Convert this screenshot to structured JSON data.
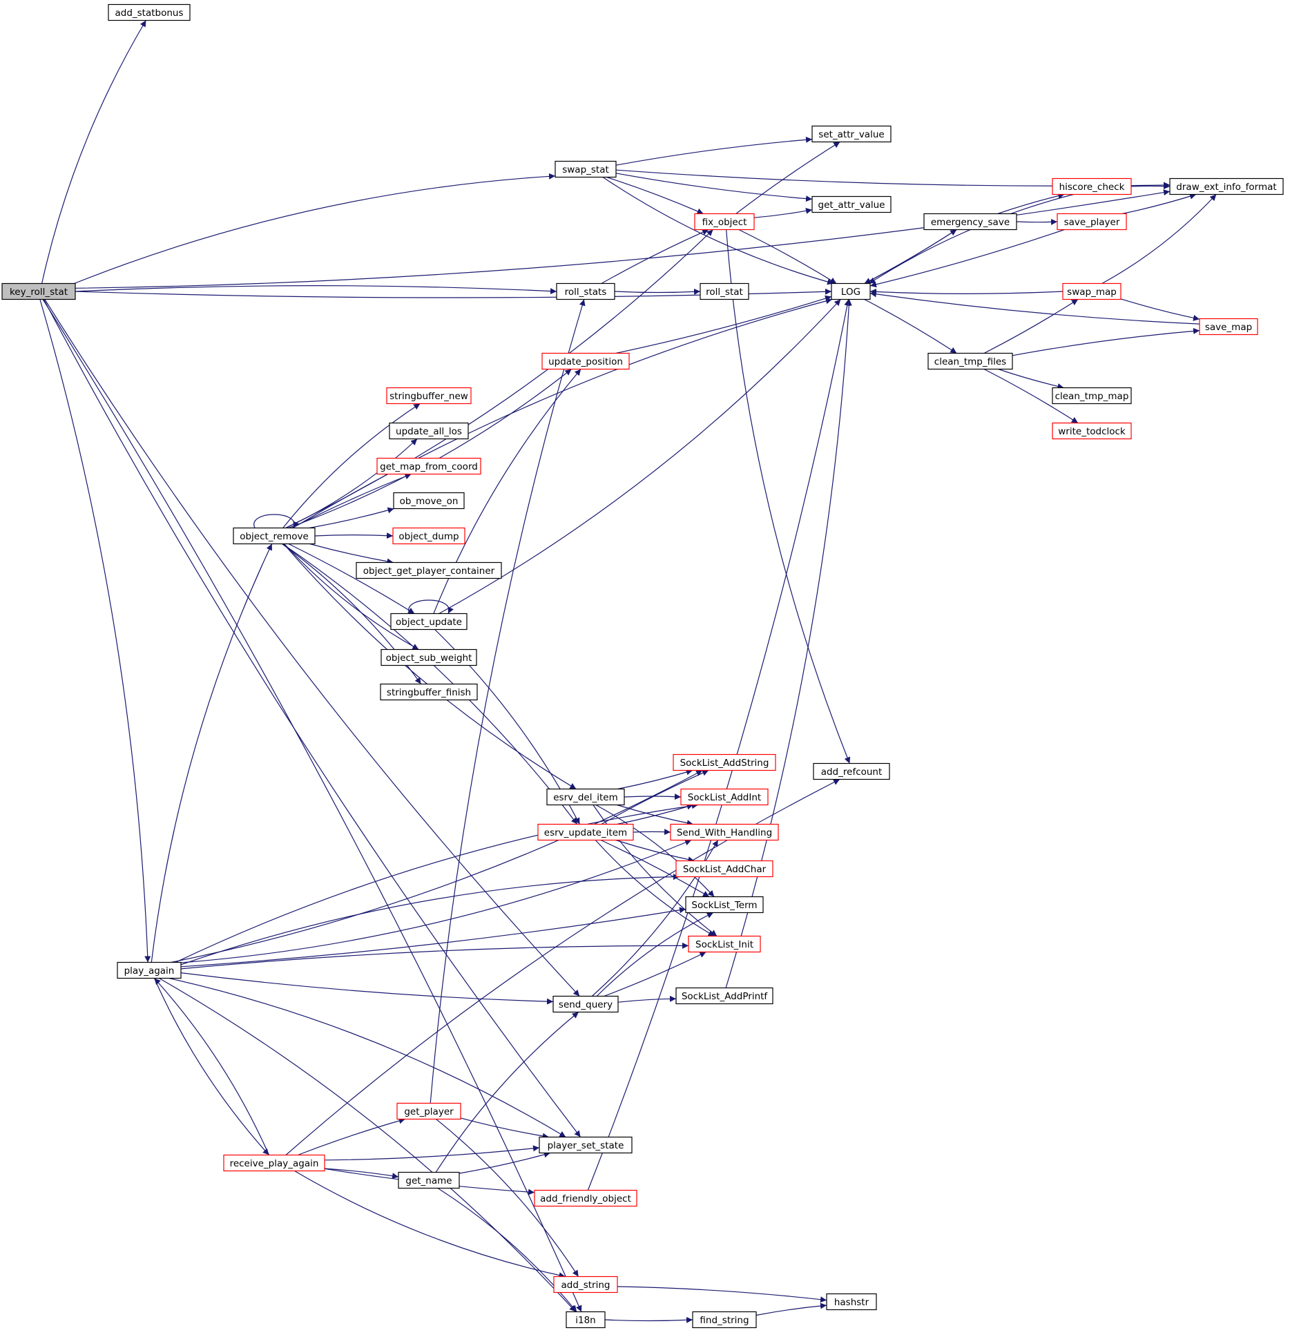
{
  "colors": {
    "edge": "#191970",
    "border_normal": "#000000",
    "border_truncated": "#ff0000",
    "fill_normal": "#ffffff",
    "fill_root": "#bfbfbf"
  },
  "nodes": [
    {
      "id": "key_roll_stat",
      "label": "key_roll_stat",
      "style": "root"
    },
    {
      "id": "add_statbonus",
      "label": "add_statbonus",
      "style": "normal"
    },
    {
      "id": "swap_stat",
      "label": "swap_stat",
      "style": "normal"
    },
    {
      "id": "set_attr_value",
      "label": "set_attr_value",
      "style": "normal"
    },
    {
      "id": "get_attr_value",
      "label": "get_attr_value",
      "style": "normal"
    },
    {
      "id": "fix_object",
      "label": "fix_object",
      "style": "truncated"
    },
    {
      "id": "hiscore_check",
      "label": "hiscore_check",
      "style": "truncated"
    },
    {
      "id": "draw_ext_info_format",
      "label": "draw_ext_info_format",
      "style": "normal"
    },
    {
      "id": "emergency_save",
      "label": "emergency_save",
      "style": "normal"
    },
    {
      "id": "save_player",
      "label": "save_player",
      "style": "truncated"
    },
    {
      "id": "LOG",
      "label": "LOG",
      "style": "normal"
    },
    {
      "id": "roll_stats",
      "label": "roll_stats",
      "style": "normal"
    },
    {
      "id": "roll_stat",
      "label": "roll_stat",
      "style": "normal"
    },
    {
      "id": "swap_map",
      "label": "swap_map",
      "style": "truncated"
    },
    {
      "id": "save_map",
      "label": "save_map",
      "style": "truncated"
    },
    {
      "id": "update_position",
      "label": "update_position",
      "style": "truncated"
    },
    {
      "id": "clean_tmp_files",
      "label": "clean_tmp_files",
      "style": "normal"
    },
    {
      "id": "clean_tmp_map",
      "label": "clean_tmp_map",
      "style": "normal"
    },
    {
      "id": "write_todclock",
      "label": "write_todclock",
      "style": "truncated"
    },
    {
      "id": "stringbuffer_new",
      "label": "stringbuffer_new",
      "style": "truncated"
    },
    {
      "id": "update_all_los",
      "label": "update_all_los",
      "style": "normal"
    },
    {
      "id": "get_map_from_coord",
      "label": "get_map_from_coord",
      "style": "truncated"
    },
    {
      "id": "ob_move_on",
      "label": "ob_move_on",
      "style": "normal"
    },
    {
      "id": "object_remove",
      "label": "object_remove",
      "style": "normal"
    },
    {
      "id": "object_dump",
      "label": "object_dump",
      "style": "truncated"
    },
    {
      "id": "object_get_player_container",
      "label": "object_get_player_container",
      "style": "normal"
    },
    {
      "id": "object_update",
      "label": "object_update",
      "style": "normal"
    },
    {
      "id": "object_sub_weight",
      "label": "object_sub_weight",
      "style": "normal"
    },
    {
      "id": "stringbuffer_finish",
      "label": "stringbuffer_finish",
      "style": "normal"
    },
    {
      "id": "SockList_AddString",
      "label": "SockList_AddString",
      "style": "truncated"
    },
    {
      "id": "add_refcount",
      "label": "add_refcount",
      "style": "normal"
    },
    {
      "id": "esrv_del_item",
      "label": "esrv_del_item",
      "style": "normal"
    },
    {
      "id": "SockList_AddInt",
      "label": "SockList_AddInt",
      "style": "truncated"
    },
    {
      "id": "esrv_update_item",
      "label": "esrv_update_item",
      "style": "truncated"
    },
    {
      "id": "Send_With_Handling",
      "label": "Send_With_Handling",
      "style": "truncated"
    },
    {
      "id": "SockList_AddChar",
      "label": "SockList_AddChar",
      "style": "truncated"
    },
    {
      "id": "SockList_Term",
      "label": "SockList_Term",
      "style": "normal"
    },
    {
      "id": "SockList_Init",
      "label": "SockList_Init",
      "style": "truncated"
    },
    {
      "id": "play_again",
      "label": "play_again",
      "style": "normal"
    },
    {
      "id": "send_query",
      "label": "send_query",
      "style": "normal"
    },
    {
      "id": "SockList_AddPrintf",
      "label": "SockList_AddPrintf",
      "style": "normal"
    },
    {
      "id": "get_player",
      "label": "get_player",
      "style": "truncated"
    },
    {
      "id": "player_set_state",
      "label": "player_set_state",
      "style": "normal"
    },
    {
      "id": "receive_play_again",
      "label": "receive_play_again",
      "style": "truncated"
    },
    {
      "id": "get_name",
      "label": "get_name",
      "style": "normal"
    },
    {
      "id": "add_friendly_object",
      "label": "add_friendly_object",
      "style": "truncated"
    },
    {
      "id": "add_string",
      "label": "add_string",
      "style": "truncated"
    },
    {
      "id": "hashstr",
      "label": "hashstr",
      "style": "normal"
    },
    {
      "id": "i18n",
      "label": "i18n",
      "style": "normal"
    },
    {
      "id": "find_string",
      "label": "find_string",
      "style": "normal"
    }
  ],
  "edges": [
    [
      "key_roll_stat",
      "add_statbonus"
    ],
    [
      "key_roll_stat",
      "draw_ext_info_format"
    ],
    [
      "key_roll_stat",
      "swap_stat"
    ],
    [
      "key_roll_stat",
      "LOG"
    ],
    [
      "key_roll_stat",
      "roll_stats"
    ],
    [
      "key_roll_stat",
      "send_query"
    ],
    [
      "key_roll_stat",
      "play_again"
    ],
    [
      "key_roll_stat",
      "player_set_state"
    ],
    [
      "key_roll_stat",
      "i18n"
    ],
    [
      "swap_stat",
      "draw_ext_info_format"
    ],
    [
      "swap_stat",
      "set_attr_value"
    ],
    [
      "swap_stat",
      "get_attr_value"
    ],
    [
      "swap_stat",
      "fix_object"
    ],
    [
      "swap_stat",
      "LOG"
    ],
    [
      "fix_object",
      "set_attr_value"
    ],
    [
      "fix_object",
      "get_attr_value"
    ],
    [
      "fix_object",
      "LOG"
    ],
    [
      "fix_object",
      "add_refcount"
    ],
    [
      "hiscore_check",
      "draw_ext_info_format"
    ],
    [
      "hiscore_check",
      "LOG"
    ],
    [
      "emergency_save",
      "hiscore_check"
    ],
    [
      "emergency_save",
      "save_player"
    ],
    [
      "emergency_save",
      "LOG"
    ],
    [
      "save_player",
      "draw_ext_info_format"
    ],
    [
      "save_player",
      "LOG"
    ],
    [
      "LOG",
      "emergency_save"
    ],
    [
      "LOG",
      "clean_tmp_files"
    ],
    [
      "roll_stats",
      "roll_stat"
    ],
    [
      "roll_stats",
      "fix_object"
    ],
    [
      "swap_map",
      "draw_ext_info_format"
    ],
    [
      "swap_map",
      "LOG"
    ],
    [
      "swap_map",
      "save_map"
    ],
    [
      "save_map",
      "LOG"
    ],
    [
      "clean_tmp_files",
      "swap_map"
    ],
    [
      "clean_tmp_files",
      "save_map"
    ],
    [
      "clean_tmp_files",
      "clean_tmp_map"
    ],
    [
      "clean_tmp_files",
      "write_todclock"
    ],
    [
      "update_position",
      "LOG"
    ],
    [
      "object_remove",
      "object_remove"
    ],
    [
      "object_remove",
      "fix_object"
    ],
    [
      "object_remove",
      "LOG"
    ],
    [
      "object_remove",
      "update_position"
    ],
    [
      "object_remove",
      "stringbuffer_new"
    ],
    [
      "object_remove",
      "update_all_los"
    ],
    [
      "object_remove",
      "get_map_from_coord"
    ],
    [
      "object_remove",
      "ob_move_on"
    ],
    [
      "object_remove",
      "object_dump"
    ],
    [
      "object_remove",
      "object_get_player_container"
    ],
    [
      "object_remove",
      "object_update"
    ],
    [
      "object_remove",
      "object_sub_weight"
    ],
    [
      "object_remove",
      "stringbuffer_finish"
    ],
    [
      "object_remove",
      "esrv_del_item"
    ],
    [
      "object_remove",
      "esrv_update_item"
    ],
    [
      "object_update",
      "object_update"
    ],
    [
      "object_update",
      "update_position"
    ],
    [
      "object_update",
      "LOG"
    ],
    [
      "object_update",
      "esrv_update_item"
    ],
    [
      "esrv_del_item",
      "SockList_AddString"
    ],
    [
      "esrv_del_item",
      "SockList_AddInt"
    ],
    [
      "esrv_del_item",
      "Send_With_Handling"
    ],
    [
      "esrv_del_item",
      "SockList_Term"
    ],
    [
      "esrv_del_item",
      "SockList_Init"
    ],
    [
      "esrv_update_item",
      "SockList_AddString"
    ],
    [
      "esrv_update_item",
      "SockList_AddInt"
    ],
    [
      "esrv_update_item",
      "Send_With_Handling"
    ],
    [
      "esrv_update_item",
      "SockList_AddChar"
    ],
    [
      "esrv_update_item",
      "SockList_Term"
    ],
    [
      "esrv_update_item",
      "SockList_Init"
    ],
    [
      "play_again",
      "object_remove"
    ],
    [
      "play_again",
      "SockList_AddString"
    ],
    [
      "play_again",
      "SockList_AddInt"
    ],
    [
      "play_again",
      "Send_With_Handling"
    ],
    [
      "play_again",
      "SockList_AddChar"
    ],
    [
      "play_again",
      "SockList_Term"
    ],
    [
      "play_again",
      "SockList_Init"
    ],
    [
      "play_again",
      "send_query"
    ],
    [
      "play_again",
      "player_set_state"
    ],
    [
      "play_again",
      "receive_play_again"
    ],
    [
      "play_again",
      "i18n"
    ],
    [
      "send_query",
      "Send_With_Handling"
    ],
    [
      "send_query",
      "SockList_Term"
    ],
    [
      "send_query",
      "SockList_Init"
    ],
    [
      "send_query",
      "SockList_AddPrintf"
    ],
    [
      "SockList_AddPrintf",
      "LOG"
    ],
    [
      "get_player",
      "roll_stats"
    ],
    [
      "get_player",
      "player_set_state"
    ],
    [
      "get_player",
      "add_string"
    ],
    [
      "receive_play_again",
      "play_again"
    ],
    [
      "receive_play_again",
      "get_player"
    ],
    [
      "receive_play_again",
      "player_set_state"
    ],
    [
      "receive_play_again",
      "get_name"
    ],
    [
      "receive_play_again",
      "add_friendly_object"
    ],
    [
      "receive_play_again",
      "add_refcount"
    ],
    [
      "receive_play_again",
      "add_string"
    ],
    [
      "get_name",
      "send_query"
    ],
    [
      "get_name",
      "player_set_state"
    ],
    [
      "get_name",
      "i18n"
    ],
    [
      "add_friendly_object",
      "LOG"
    ],
    [
      "add_string",
      "hashstr"
    ],
    [
      "i18n",
      "find_string"
    ],
    [
      "find_string",
      "hashstr"
    ]
  ]
}
